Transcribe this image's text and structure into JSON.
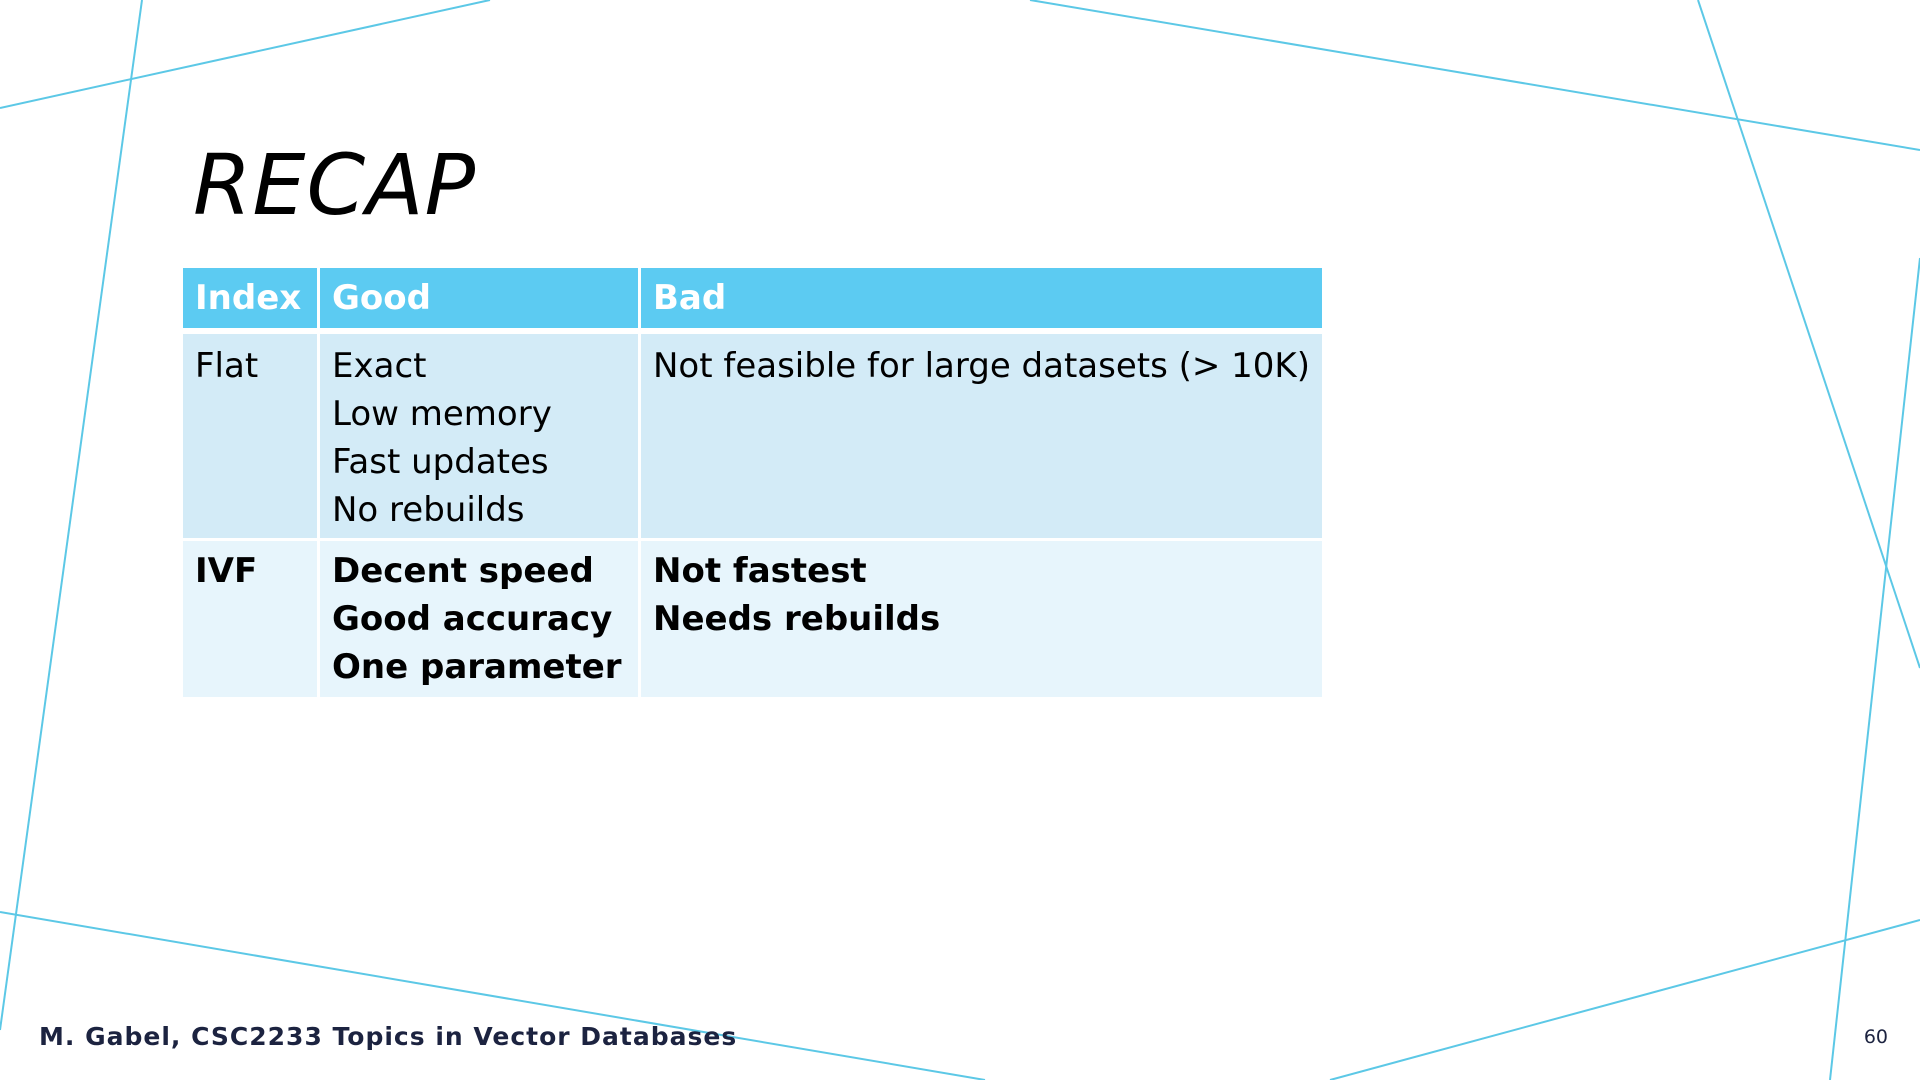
{
  "slide": {
    "title": "RECAP",
    "footer": "M. Gabel, CSC2233 Topics in Vector Databases",
    "page_number": "60"
  },
  "table": {
    "headers": [
      "Index",
      "Good",
      "Bad"
    ],
    "rows": [
      {
        "index": "Flat",
        "good": [
          "Exact",
          "Low memory",
          "Fast updates",
          "No rebuilds"
        ],
        "bad": [
          "Not feasible for large datasets (> 10K)"
        ]
      },
      {
        "index": "IVF",
        "good": [
          "Decent speed",
          "Good accuracy",
          "One parameter"
        ],
        "bad": [
          "Not fastest",
          "Needs rebuilds"
        ]
      }
    ]
  },
  "colors": {
    "header_bg": "#5ccbf2",
    "row1_bg": "#d3ebf7",
    "row2_bg": "#e7f5fc",
    "decor_line": "#5cc8e6"
  }
}
